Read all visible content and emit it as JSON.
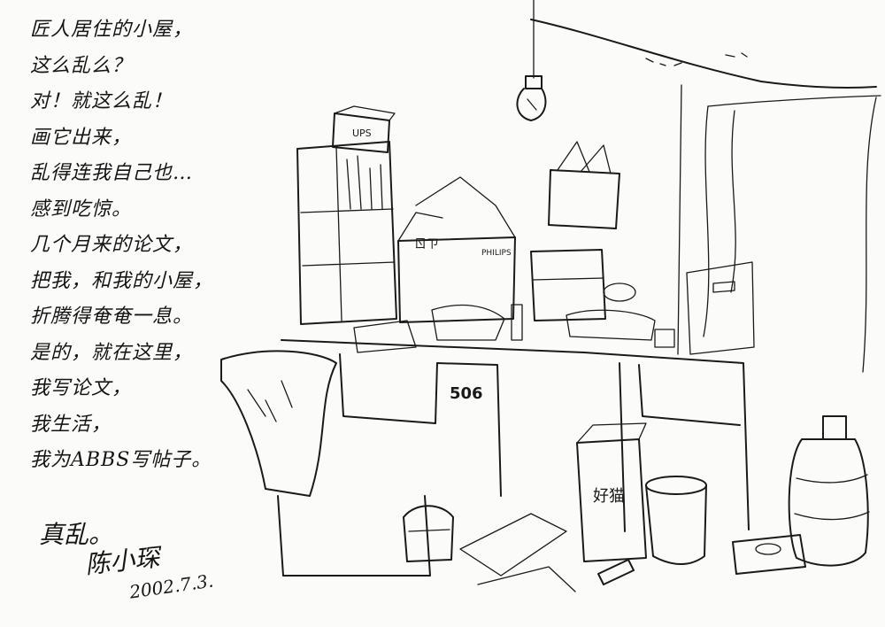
{
  "poem": [
    "匠人居住的小屋，",
    "这么乱么？",
    "对！就这么乱！",
    "画它出来，",
    "乱得连我自己也…",
    "感到吃惊。",
    "几个月来的论文，",
    "把我，和我的小屋，",
    "折腾得奄奄一息。",
    "是的，就在这里，",
    "我写论文，",
    "我生活，",
    "我为ABBS写帖子。"
  ],
  "note": "真乱。",
  "signature": "陈小琛",
  "date": "2002.7.3.",
  "drawing_labels": {
    "ups_box": "UPS",
    "philips_box": "PHILIPS",
    "box_mark": "ㄖㄗ",
    "carton_number": "506",
    "haomao": "好猫"
  },
  "colors": {
    "ink": "#1a1a1a",
    "paper": "#fbfbfa"
  }
}
